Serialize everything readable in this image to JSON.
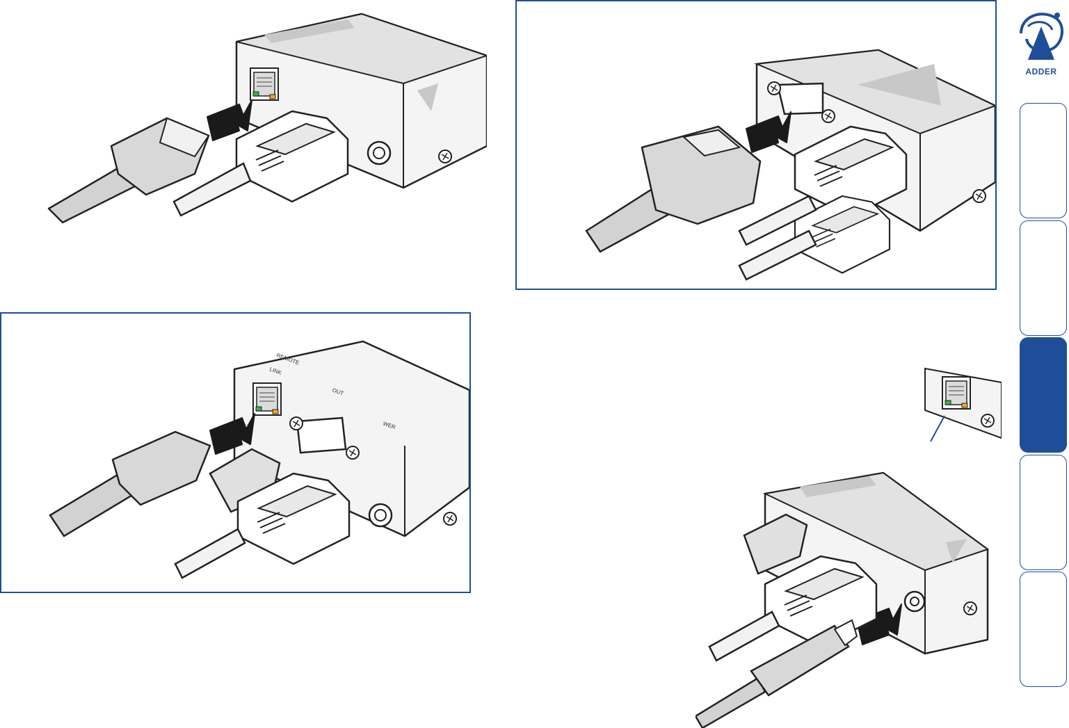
{
  "brand": {
    "name": "ADDER",
    "color": "#1f4e98"
  },
  "panel_labels": {
    "link": "LINK",
    "remote": "REMOTE",
    "out": "OUT",
    "power_partial": "WER"
  },
  "side_tabs": [
    {
      "active": false
    },
    {
      "active": false
    },
    {
      "active": true
    },
    {
      "active": false
    },
    {
      "active": false
    }
  ],
  "colors": {
    "device_fill": "#f4f4f4",
    "device_top": "#e2e2e2",
    "triangle": "#c8c8c8",
    "cable": "#d2d2d2",
    "arrow": "#1a1a1a",
    "led_green": "#33b54a",
    "led_amber": "#f3a81d",
    "frame": "#1f4e98"
  }
}
